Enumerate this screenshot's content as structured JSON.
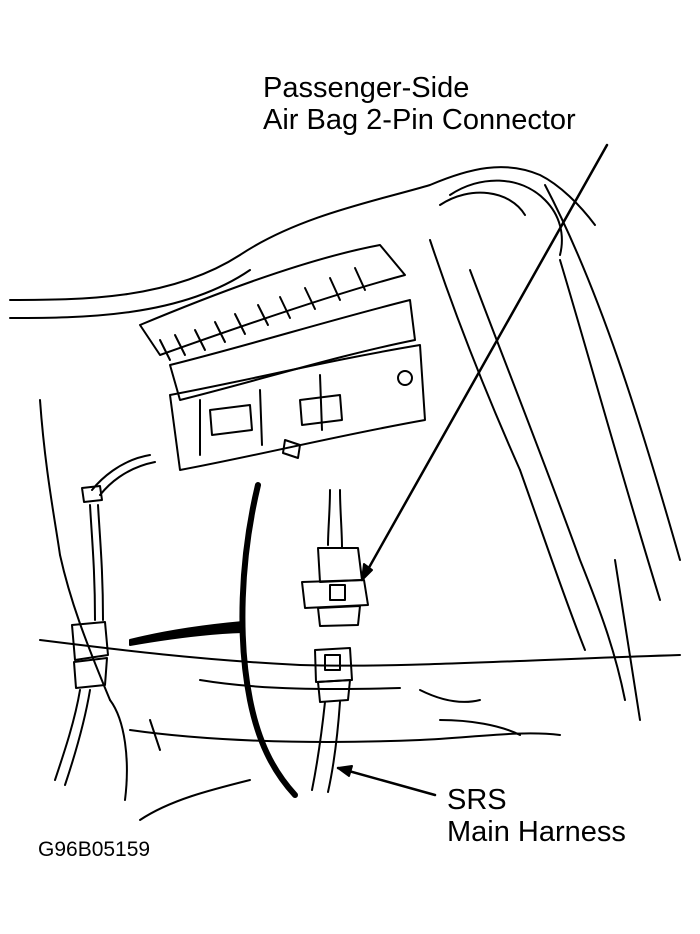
{
  "callouts": {
    "passenger_connector": {
      "line1": "Passenger-Side",
      "line2": "Air Bag 2-Pin Connector"
    },
    "srs_harness": {
      "line1": "SRS",
      "line2": "Main Harness"
    }
  },
  "figure_code": "G96B05159",
  "colors": {
    "ink": "#000000",
    "paper": "#ffffff"
  }
}
